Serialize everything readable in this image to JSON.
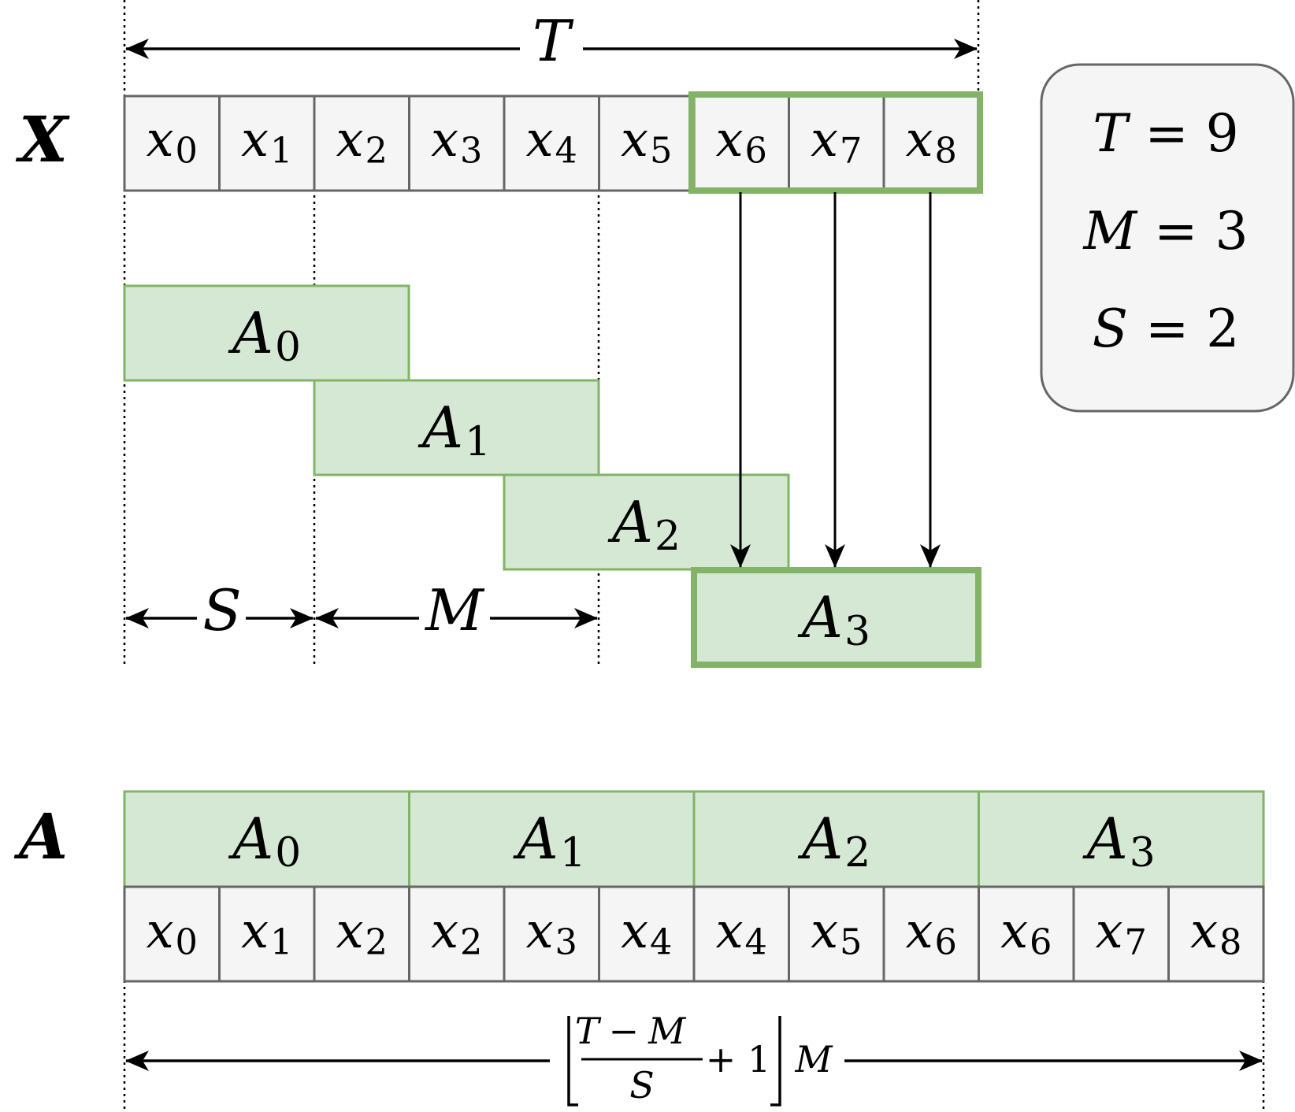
{
  "labels": {
    "x_row": "X",
    "a_row": "A",
    "T": "T",
    "S": "S",
    "M": "M"
  },
  "params": {
    "T_line": {
      "name": "T",
      "value": "9"
    },
    "M_line": {
      "name": "M",
      "value": "3"
    },
    "S_line": {
      "name": "S",
      "value": "2"
    },
    "equals": "="
  },
  "x_cells": [
    {
      "base": "x",
      "sub": "0"
    },
    {
      "base": "x",
      "sub": "1"
    },
    {
      "base": "x",
      "sub": "2"
    },
    {
      "base": "x",
      "sub": "3"
    },
    {
      "base": "x",
      "sub": "4"
    },
    {
      "base": "x",
      "sub": "5"
    },
    {
      "base": "x",
      "sub": "6"
    },
    {
      "base": "x",
      "sub": "7"
    },
    {
      "base": "x",
      "sub": "8"
    }
  ],
  "windows": [
    {
      "base": "A",
      "sub": "0"
    },
    {
      "base": "A",
      "sub": "1"
    },
    {
      "base": "A",
      "sub": "2"
    },
    {
      "base": "A",
      "sub": "3"
    }
  ],
  "a_groups": [
    {
      "base": "A",
      "sub": "0"
    },
    {
      "base": "A",
      "sub": "1"
    },
    {
      "base": "A",
      "sub": "2"
    },
    {
      "base": "A",
      "sub": "3"
    }
  ],
  "a_cells": [
    {
      "base": "x",
      "sub": "0"
    },
    {
      "base": "x",
      "sub": "1"
    },
    {
      "base": "x",
      "sub": "2"
    },
    {
      "base": "x",
      "sub": "2"
    },
    {
      "base": "x",
      "sub": "3"
    },
    {
      "base": "x",
      "sub": "4"
    },
    {
      "base": "x",
      "sub": "4"
    },
    {
      "base": "x",
      "sub": "5"
    },
    {
      "base": "x",
      "sub": "6"
    },
    {
      "base": "x",
      "sub": "6"
    },
    {
      "base": "x",
      "sub": "7"
    },
    {
      "base": "x",
      "sub": "8"
    }
  ],
  "formula": {
    "numerator_left": "T",
    "minus": "−",
    "numerator_right": "M",
    "denominator": "S",
    "plus_one": "+ 1",
    "suffix": "M"
  },
  "colors": {
    "cell_fill": "#f5f5f5",
    "cell_stroke": "#666666",
    "green_fill": "#d5e8d4",
    "green_stroke": "#82b366",
    "legend_fill": "#f5f5f5",
    "legend_stroke": "#666666",
    "line": "#000000"
  }
}
